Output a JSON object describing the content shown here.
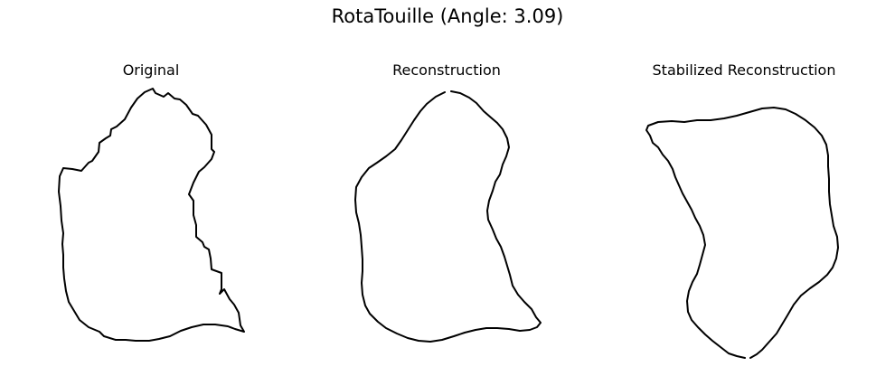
{
  "title": "RotaTouille (Angle: 3.09)",
  "panels": [
    {
      "title": "Original"
    },
    {
      "title": "Reconstruction"
    },
    {
      "title": "Stabilized Reconstruction"
    }
  ],
  "colors": {
    "outline": "#000000",
    "background": "#ffffff"
  }
}
